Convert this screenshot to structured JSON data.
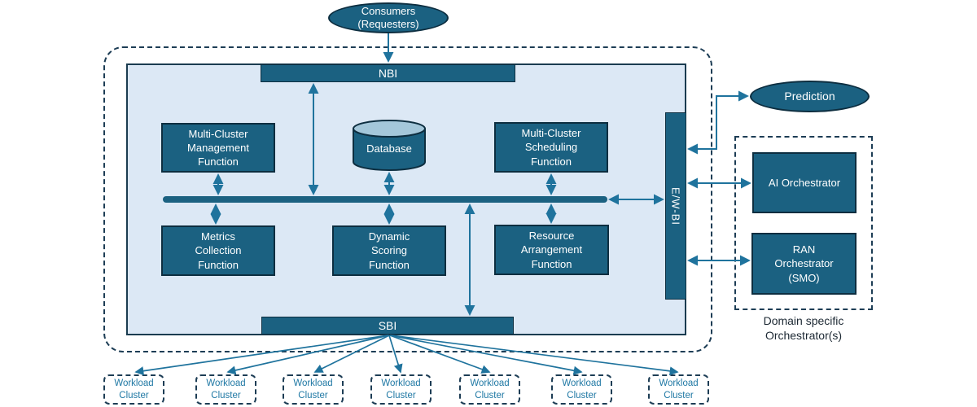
{
  "title": "Multi-cluster orchestration architecture diagram",
  "consumers": {
    "label": "Consumers\n(Requesters)"
  },
  "interfaces": {
    "nbi": "NBI",
    "sbi": "SBI",
    "ewbi": "E/W-BI"
  },
  "functions": {
    "management": "Multi-Cluster\nManagement\nFunction",
    "database": "Database",
    "scheduling": "Multi-Cluster\nScheduling\nFunction",
    "metrics": "Metrics\nCollection\nFunction",
    "scoring": "Dynamic\nScoring\nFunction",
    "resource": "Resource\nArrangement\nFunction"
  },
  "external": {
    "prediction": "Prediction",
    "ai_orchestrator": "AI Orchestrator",
    "ran_orchestrator": "RAN\nOrchestrator\n(SMO)",
    "domain_label": "Domain specific\nOrchestrator(s)"
  },
  "workload": {
    "items": [
      {
        "label": "Workload\nCluster"
      },
      {
        "label": "Workload\nCluster"
      },
      {
        "label": "Workload\nCluster"
      },
      {
        "label": "Workload\nCluster"
      },
      {
        "label": "Workload\nCluster"
      },
      {
        "label": "Workload\nCluster"
      },
      {
        "label": "Workload\nCluster"
      }
    ]
  },
  "colors": {
    "node_fill": "#1b6181",
    "node_border": "#0d2e40",
    "container_fill": "#dce8f5",
    "container_border": "#1b3c50",
    "dashed_border": "#1d3d55",
    "arrow": "#1f739d",
    "cylinder_top": "#a4c7da",
    "workload_text": "#1f78a4",
    "label_text": "#1c2833",
    "node_text": "#ffffff"
  }
}
